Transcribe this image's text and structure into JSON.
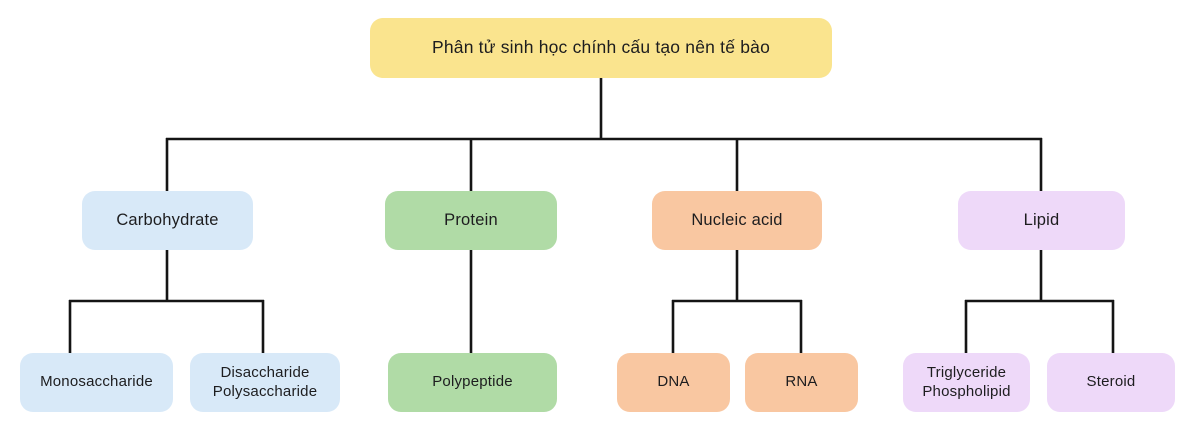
{
  "diagram": {
    "type": "tree",
    "connector_color": "#141414",
    "nodes": {
      "root": {
        "label": "Phân tử sinh học chính cấu tạo nên tế bào",
        "color": "#FAE48E"
      },
      "carbohydrate": {
        "label": "Carbohydrate",
        "color": "#D8E9F8"
      },
      "protein": {
        "label": "Protein",
        "color": "#B0DBA6"
      },
      "nucleic_acid": {
        "label": "Nucleic acid",
        "color": "#F9C7A1"
      },
      "lipid": {
        "label": "Lipid",
        "color": "#EED9F9"
      },
      "monosaccharide": {
        "label": "Monosaccharide",
        "color": "#D8E9F8"
      },
      "disaccharide_polysaccharide": {
        "label": "Disaccharide\nPolysaccharide",
        "color": "#D8E9F8"
      },
      "polypeptide": {
        "label": "Polypeptide",
        "color": "#B0DBA6"
      },
      "dna": {
        "label": "DNA",
        "color": "#F9C7A1"
      },
      "rna": {
        "label": "RNA",
        "color": "#F9C7A1"
      },
      "triglyceride_phospholipid": {
        "label": "Triglyceride\nPhospholipid",
        "color": "#EED9F9"
      },
      "steroid": {
        "label": "Steroid",
        "color": "#EED9F9"
      }
    },
    "hierarchy": {
      "root": [
        "carbohydrate",
        "protein",
        "nucleic_acid",
        "lipid"
      ],
      "carbohydrate": [
        "monosaccharide",
        "disaccharide_polysaccharide"
      ],
      "protein": [
        "polypeptide"
      ],
      "nucleic_acid": [
        "dna",
        "rna"
      ],
      "lipid": [
        "triglyceride_phospholipid",
        "steroid"
      ]
    }
  }
}
